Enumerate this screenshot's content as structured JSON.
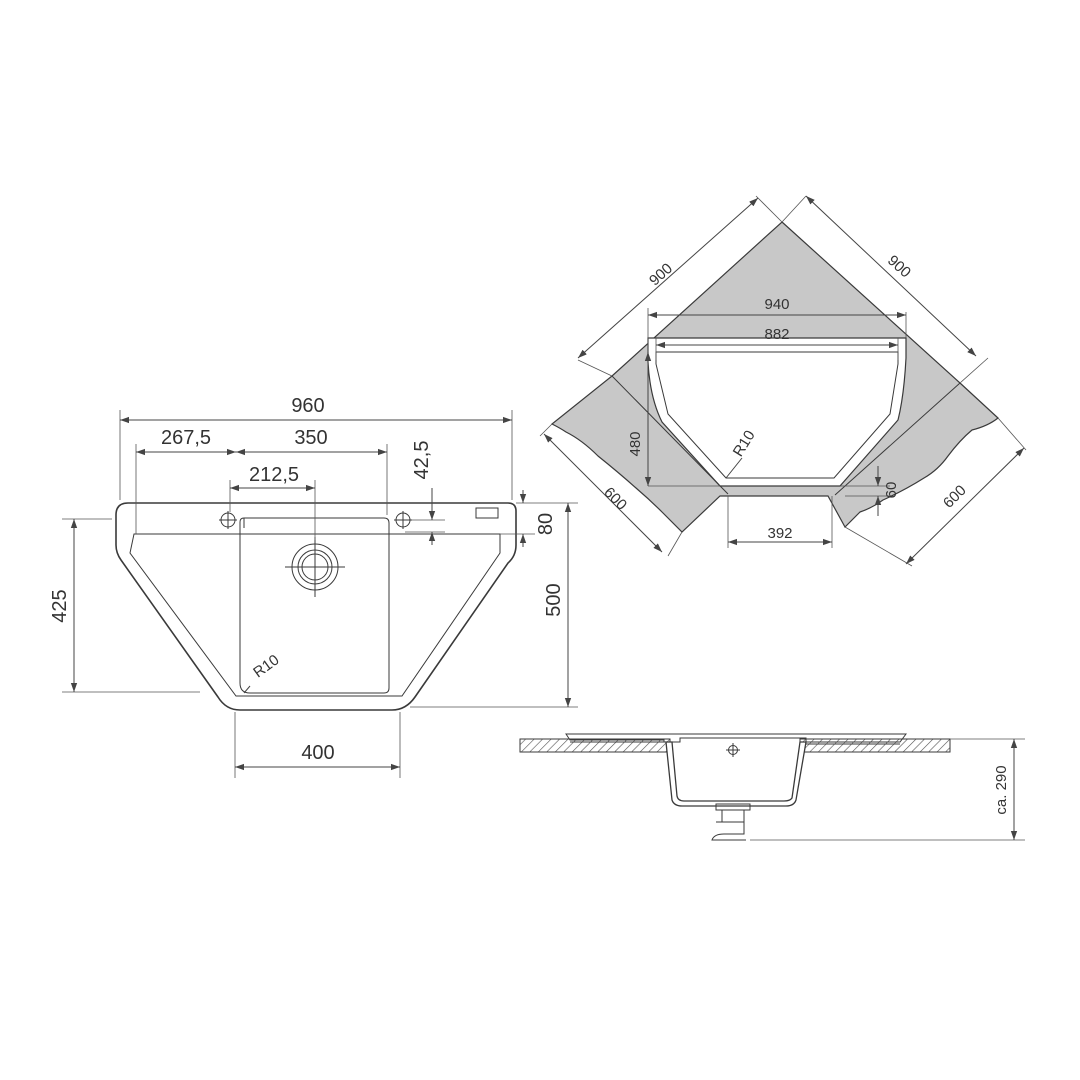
{
  "top_view": {
    "overall_width": "960",
    "left_offset": "267,5",
    "bowl_width": "350",
    "drain_offset": "212,5",
    "tap_hole_offset": "42,5",
    "edge_depth": "80",
    "left_height": "425",
    "total_height": "500",
    "front_width": "400",
    "corner_radius": "R10"
  },
  "cabinet_view": {
    "wall_left": "900",
    "wall_right": "900",
    "cutout_outer": "940",
    "cutout_inner": "882",
    "cutout_depth": "480",
    "corner_radius": "R10",
    "front_offset": "60",
    "front_width": "392",
    "cabinet_left": "600",
    "cabinet_right": "600"
  },
  "section_view": {
    "depth": "ca. 290"
  },
  "colors": {
    "line": "#3a3a3a",
    "countertop_fill": "#c8c8c8",
    "background": "#ffffff"
  }
}
